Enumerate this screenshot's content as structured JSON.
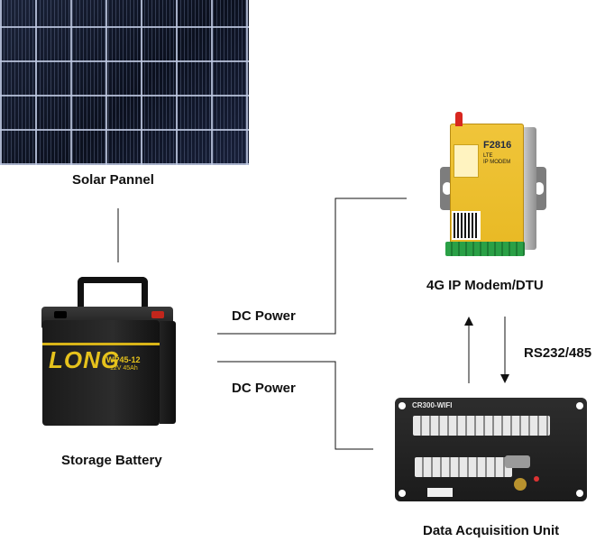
{
  "labels": {
    "solar": "Solar Pannel",
    "modem": "4G IP Modem/DTU",
    "battery": "Storage Battery",
    "dau": "Data Acquisition Unit",
    "dc_power_1": "DC Power",
    "dc_power_2": "DC Power",
    "rs": "RS232/485"
  },
  "devices": {
    "modem": {
      "model": "F2816",
      "line1": "LTE",
      "line2": "IP MODEM"
    },
    "battery": {
      "brand": "LONG",
      "model": "WP45-12",
      "spec": "12V 45Ah"
    },
    "dau": {
      "model": "CR300-WIFI"
    }
  },
  "colors": {
    "connector": "#111111",
    "modem_body": "#e8b924",
    "battery_accent": "#e6c21c",
    "solar_cell": "#0e1424"
  }
}
